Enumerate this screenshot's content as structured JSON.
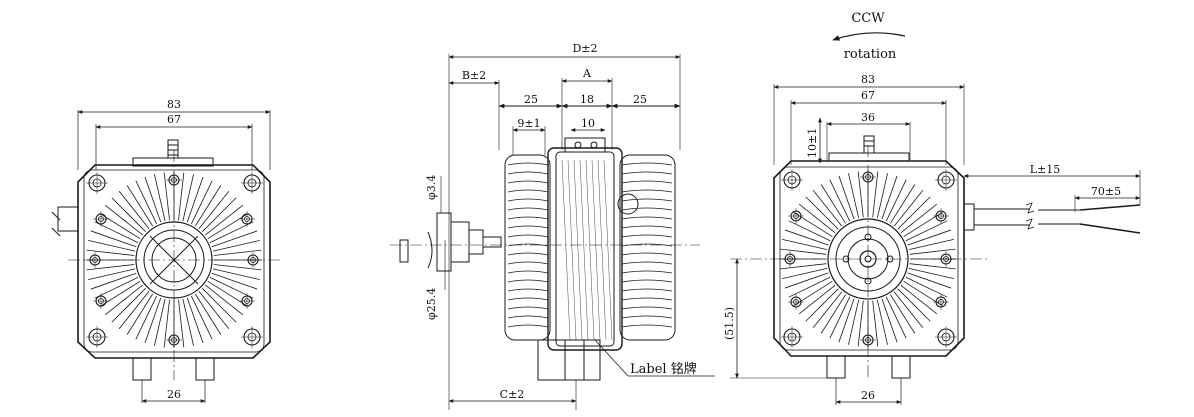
{
  "front_view": {
    "width_83": "83",
    "width_67": "67",
    "bottom_26": "26"
  },
  "side_view": {
    "d_pm2": "D±2",
    "b_pm2": "B±2",
    "a": "A",
    "dim_25_left": "25",
    "dim_18": "18",
    "dim_25_right": "25",
    "dim_9_pm1": "9±1",
    "dim_10": "10",
    "phi_3_4": "φ3.4",
    "phi_25_4": "φ25.4",
    "c_pm2": "C±2",
    "label_text": "Label 铭牌"
  },
  "rear_view": {
    "ccw": "CCW",
    "rotation": "rotation",
    "width_83": "83",
    "width_67": "67",
    "dim_36": "36",
    "dim_10_pm1": "10±1",
    "l_pm15": "L±15",
    "dim_70_pm5": "70±5",
    "dim_51_5": "(51.5)",
    "bottom_26": "26"
  },
  "colors": {
    "line": "#1a1a1a",
    "background": "#ffffff"
  }
}
